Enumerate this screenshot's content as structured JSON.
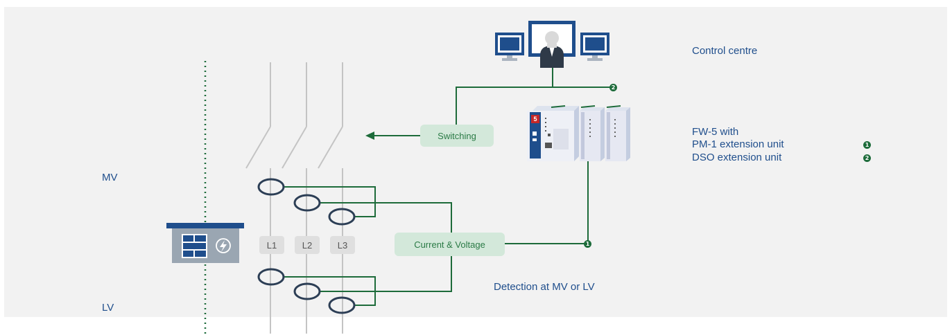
{
  "labels": {
    "mv": "MV",
    "lv": "LV",
    "control_centre": "Control centre",
    "device_line1": "FW-5 with",
    "device_line2": "PM-1 extension unit",
    "device_line3": "DSO extension unit",
    "detection": "Detection at MV or LV"
  },
  "boxes": {
    "switching": "Switching",
    "current_voltage": "Current & Voltage"
  },
  "phases": [
    "L1",
    "L2",
    "L3"
  ],
  "markers": {
    "one": "1",
    "two": "2"
  },
  "device": {
    "module_label": "5"
  },
  "icons": [
    "monitor-icon",
    "operator-icon",
    "substation-icon",
    "lightning-icon",
    "current-transformer-icon",
    "arrow-left-icon"
  ],
  "colors": {
    "background": "#f2f2f2",
    "line_green": "#1d6b3a",
    "box_fill": "#d3e8da",
    "box_text": "#2a7a45",
    "text_blue": "#1f4e8c",
    "monitor_blue": "#1f4e8c",
    "ct_ring": "#2c3e55",
    "conductor_gray": "#c4c4c4"
  }
}
